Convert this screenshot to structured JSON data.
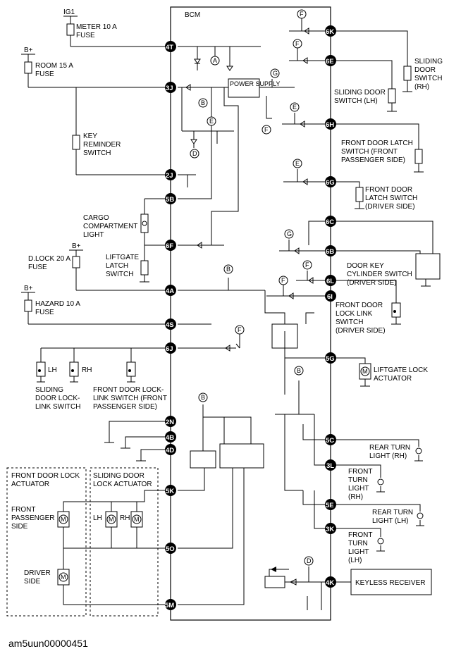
{
  "module": "BCM",
  "power_supply": "POWER SUPPLY",
  "fuses": {
    "ig1": "IG1",
    "meter": "METER 10 A",
    "meter2": "FUSE",
    "bplus": "B+",
    "room": "ROOM 15 A",
    "room2": "FUSE",
    "dlock": "D.LOCK 20 A",
    "dlock2": "FUSE",
    "hazard": "HAZARD 10 A",
    "hazard2": "FUSE"
  },
  "switches": {
    "key_reminder": [
      "KEY",
      "REMINDER",
      "SWITCH"
    ],
    "cargo_light": [
      "CARGO",
      "COMPARTMENT",
      "LIGHT"
    ],
    "liftgate_latch": [
      "LIFTGATE",
      "LATCH",
      "SWITCH"
    ],
    "sliding_rh": [
      "SLIDING",
      "DOOR",
      "SWITCH",
      "(RH)"
    ],
    "sliding_lh": [
      "SLIDING DOOR",
      "SWITCH (LH)"
    ],
    "front_latch_pass": [
      "FRONT DOOR LATCH",
      "SWITCH (FRONT",
      "PASSENGER SIDE)"
    ],
    "front_latch_drv": [
      "FRONT DOOR",
      "LATCH SWITCH",
      "(DRIVER SIDE)"
    ],
    "key_cyl": [
      "DOOR KEY",
      "CYLINDER SWITCH",
      "(DRIVER SIDE)"
    ],
    "lock_link_drv": [
      "FRONT DOOR",
      "LOCK LINK",
      "SWITCH",
      "(DRIVER SIDE)"
    ],
    "sliding_lock_link": [
      "SLIDING",
      "DOOR LOCK-",
      "LINK SWITCH"
    ],
    "front_lock_link_pass": [
      "FRONT DOOR LOCK-",
      "LINK SWITCH (FRONT",
      "PASSENGER SIDE)"
    ],
    "lh": "LH",
    "rh": "RH"
  },
  "actuators": {
    "liftgate": [
      "LIFTGATE LOCK",
      "ACTUATOR"
    ],
    "front_door": [
      "FRONT DOOR LOCK",
      "ACTUATOR"
    ],
    "sliding_door": [
      "SLIDING DOOR",
      "LOCK ACTUATOR"
    ],
    "front_passenger": [
      "FRONT",
      "PASSENGER",
      "SIDE"
    ],
    "driver": [
      "DRIVER",
      "SIDE"
    ],
    "lh": "LH",
    "rh": "RH",
    "motor": "M"
  },
  "lights": {
    "rear_rh": [
      "REAR TURN",
      "LIGHT (RH)"
    ],
    "front_rh": [
      "FRONT",
      "TURN",
      "LIGHT",
      "(RH)"
    ],
    "rear_lh": [
      "REAR TURN",
      "LIGHT (LH)"
    ],
    "front_lh": [
      "FRONT",
      "TURN",
      "LIGHT",
      "(LH)"
    ]
  },
  "keyless_receiver": "KEYLESS RECEIVER",
  "connectors": {
    "c4T": "4T",
    "c3J": "3J",
    "c2J": "2J",
    "c5B": "5B",
    "c6F": "6F",
    "c4A": "4A",
    "c4S": "4S",
    "c6J": "6J",
    "c2N": "2N",
    "c4B": "4B",
    "c4D": "4D",
    "c5K": "5K",
    "c5O": "5O",
    "c5M": "5M",
    "c6K": "6K",
    "c6E": "6E",
    "c6H": "6H",
    "c6G": "6G",
    "c6C": "6C",
    "c6B": "6B",
    "c6L": "6L",
    "c6I": "6I",
    "c5G": "5G",
    "c5C": "5C",
    "c3L": "3L",
    "c5E": "5E",
    "c3K": "3K",
    "c4K": "4K"
  },
  "refs": {
    "A": "A",
    "B": "B",
    "D": "D",
    "E": "E",
    "F": "F",
    "G": "G"
  },
  "image_id_caption": "am5uun00000451"
}
